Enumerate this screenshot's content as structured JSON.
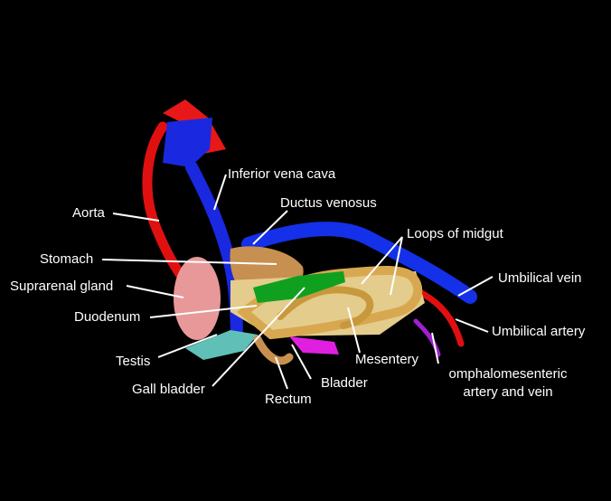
{
  "labels": {
    "inferior_vena_cava": "Inferior vena cava",
    "ductus_venosus": "Ductus venosus",
    "aorta": "Aorta",
    "loops_of_midgut": "Loops of midgut",
    "stomach": "Stomach",
    "umbilical_vein": "Umbilical vein",
    "suprarenal_gland": "Suprarenal gland",
    "duodenum": "Duodenum",
    "umbilical_artery": "Umbilical artery",
    "mesentery": "Mesentery",
    "testis": "Testis",
    "omphalomesenteric_line1": "omphalomesenteric",
    "omphalomesenteric_line2": "artery and vein",
    "bladder": "Bladder",
    "gall_bladder": "Gall bladder",
    "rectum": "Rectum"
  },
  "colors": {
    "background": "#000000",
    "aorta": "#e01010",
    "vena_cava": "#1020e0",
    "umbilical_vein": "#1030e8",
    "stomach": "#c89050",
    "gut": "#d8a850",
    "mesentery": "#e8d090",
    "gall_bladder": "#10a020",
    "suprarenal": "#e89898",
    "testis": "#60c0b8",
    "bladder": "#e020e0",
    "omphalomesenteric": "#a020d0",
    "label_text": "#ffffff"
  }
}
